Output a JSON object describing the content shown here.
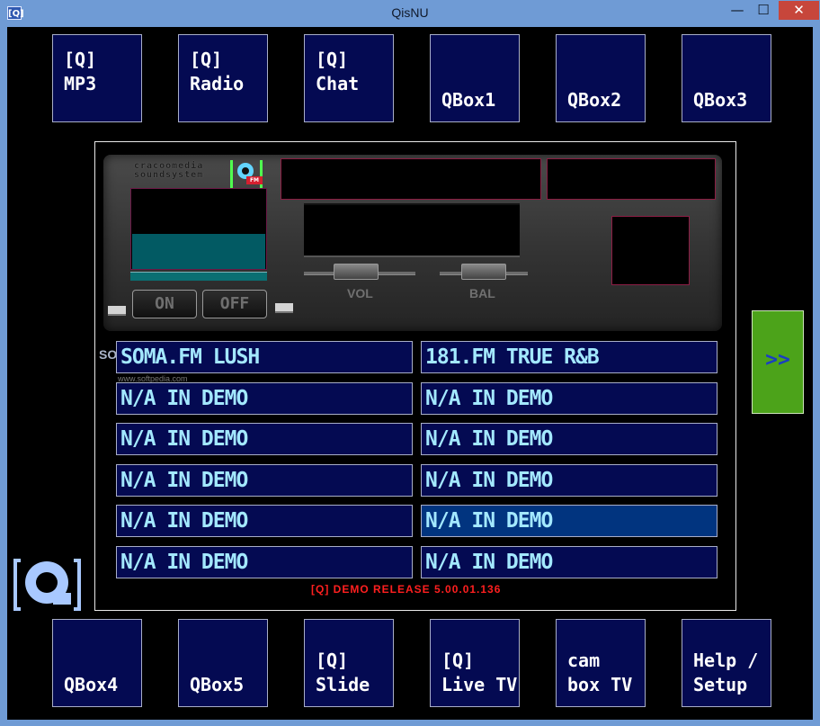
{
  "window": {
    "title": "QisNU",
    "app_icon": "[Q]",
    "controls": {
      "minimize": "—",
      "maximize": "☐",
      "close": "✕"
    }
  },
  "top_tiles": [
    {
      "label": "[Q]\nMP3"
    },
    {
      "label": "[Q]\nRadio"
    },
    {
      "label": "[Q]\nChat"
    },
    {
      "label": "QBox1"
    },
    {
      "label": "QBox2"
    },
    {
      "label": "QBox3"
    }
  ],
  "bottom_tiles": [
    {
      "label": "QBox4"
    },
    {
      "label": "QBox5"
    },
    {
      "label": "[Q]\nSlide"
    },
    {
      "label": "[Q]\nLive TV"
    },
    {
      "label": "cam\nbox TV"
    },
    {
      "label": "Help /\nSetup"
    }
  ],
  "player": {
    "brand_line1": "cracoomedia",
    "brand_line2": "soundsystem",
    "logo_letters": "FM",
    "on_label": "ON",
    "off_label": "OFF",
    "vol_label": "VOL",
    "bal_label": "BAL",
    "volume_level": 0.45,
    "balance_level": 0.5
  },
  "stations_left": [
    "SOMA.FM LUSH",
    "N/A IN DEMO",
    "N/A IN DEMO",
    "N/A IN DEMO",
    "N/A IN DEMO",
    "N/A IN DEMO"
  ],
  "stations_right": [
    "181.FM TRUE R&B",
    "N/A IN DEMO",
    "N/A IN DEMO",
    "N/A IN DEMO",
    "N/A IN DEMO",
    "N/A IN DEMO"
  ],
  "selected_station": "right-4",
  "release_text": "[Q] DEMO RELEASE 5.00.01.136",
  "next_button": ">>",
  "watermark": {
    "ghost": "SO",
    "small": "www.softpedia.com"
  },
  "colors": {
    "tile_bg": "#040a52",
    "station_text": "#a3e8ff",
    "selected_station_bg": "#01347f",
    "release_text": "#ff1f1f",
    "next_button_bg": "#4ca31a",
    "frame_border": "#6f9bd5"
  }
}
